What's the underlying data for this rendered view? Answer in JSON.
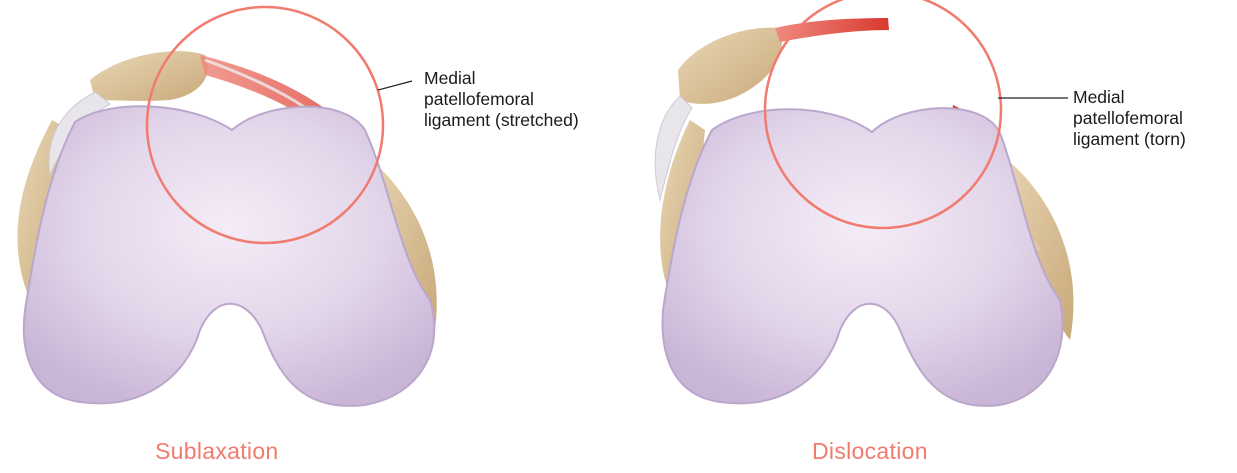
{
  "panels": [
    {
      "caption": "Sublaxation",
      "label_lines": [
        "Medial",
        "patellofemoral",
        "ligament (stretched)"
      ]
    },
    {
      "caption": "Dislocation",
      "label_lines": [
        "Medial",
        "patellofemoral",
        "ligament (torn)"
      ]
    }
  ],
  "colors": {
    "highlight_circle": "#f07b6e",
    "caption": "#f07b6e",
    "cartilage": "#ddd0e6",
    "bone_tan": "#d9c39a",
    "ligament_red": "#e0463c",
    "ligament_gray": "#e6e4e8"
  }
}
